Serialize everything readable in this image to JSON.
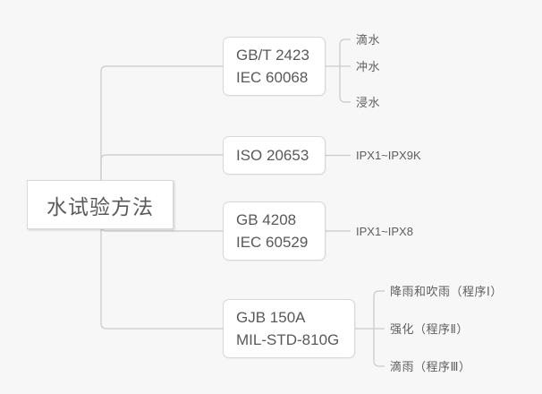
{
  "diagram": {
    "title": "水试验方法",
    "background_color": "#f7f7f7",
    "node_fill": "#ffffff",
    "node_border_color": "#d8d8d8",
    "text_color": "#595959",
    "connector_color": "#c9c9c9"
  },
  "root": {
    "label": "水试验方法"
  },
  "branches": [
    {
      "id": "gbt-2423",
      "lines": [
        "GB/T 2423",
        "IEC 60068"
      ],
      "leaves": [
        "滴水",
        "冲水",
        "浸水"
      ]
    },
    {
      "id": "iso-20653",
      "lines": [
        "ISO 20653"
      ],
      "leaves": [
        "IPX1~IPX9K"
      ]
    },
    {
      "id": "gb-4208",
      "lines": [
        "GB 4208",
        "IEC 60529"
      ],
      "leaves": [
        "IPX1~IPX8"
      ]
    },
    {
      "id": "gjb-150a",
      "lines": [
        "GJB 150A",
        "MIL-STD-810G"
      ],
      "leaves": [
        "降雨和吹雨（程序Ⅰ）",
        "强化（程序Ⅱ）",
        "滴雨（程序Ⅲ）"
      ]
    }
  ]
}
